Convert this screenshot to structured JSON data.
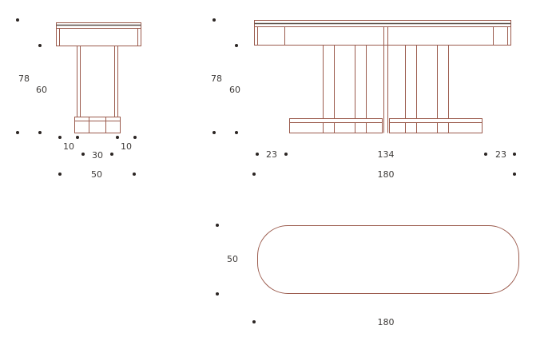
{
  "drawing": {
    "description": "Three-view dimensioned technical drawing of a pedestal table: side elevation, front elevation and top plan",
    "colors": {
      "line": "#9b5b4d",
      "line_dark": "#5a4f48",
      "dot": "#2b2523",
      "text": "#3d3a38",
      "background": "#ffffff"
    },
    "side_view": {
      "height_total": "78",
      "height_clearance": "60",
      "foot_left": "10",
      "foot_center": "30",
      "foot_right": "10",
      "depth_total": "50"
    },
    "front_view": {
      "height_total": "78",
      "height_clearance": "60",
      "inset_left": "23",
      "base_span": "134",
      "inset_right": "23",
      "width_total": "180"
    },
    "plan_view": {
      "depth": "50",
      "width": "180"
    }
  }
}
